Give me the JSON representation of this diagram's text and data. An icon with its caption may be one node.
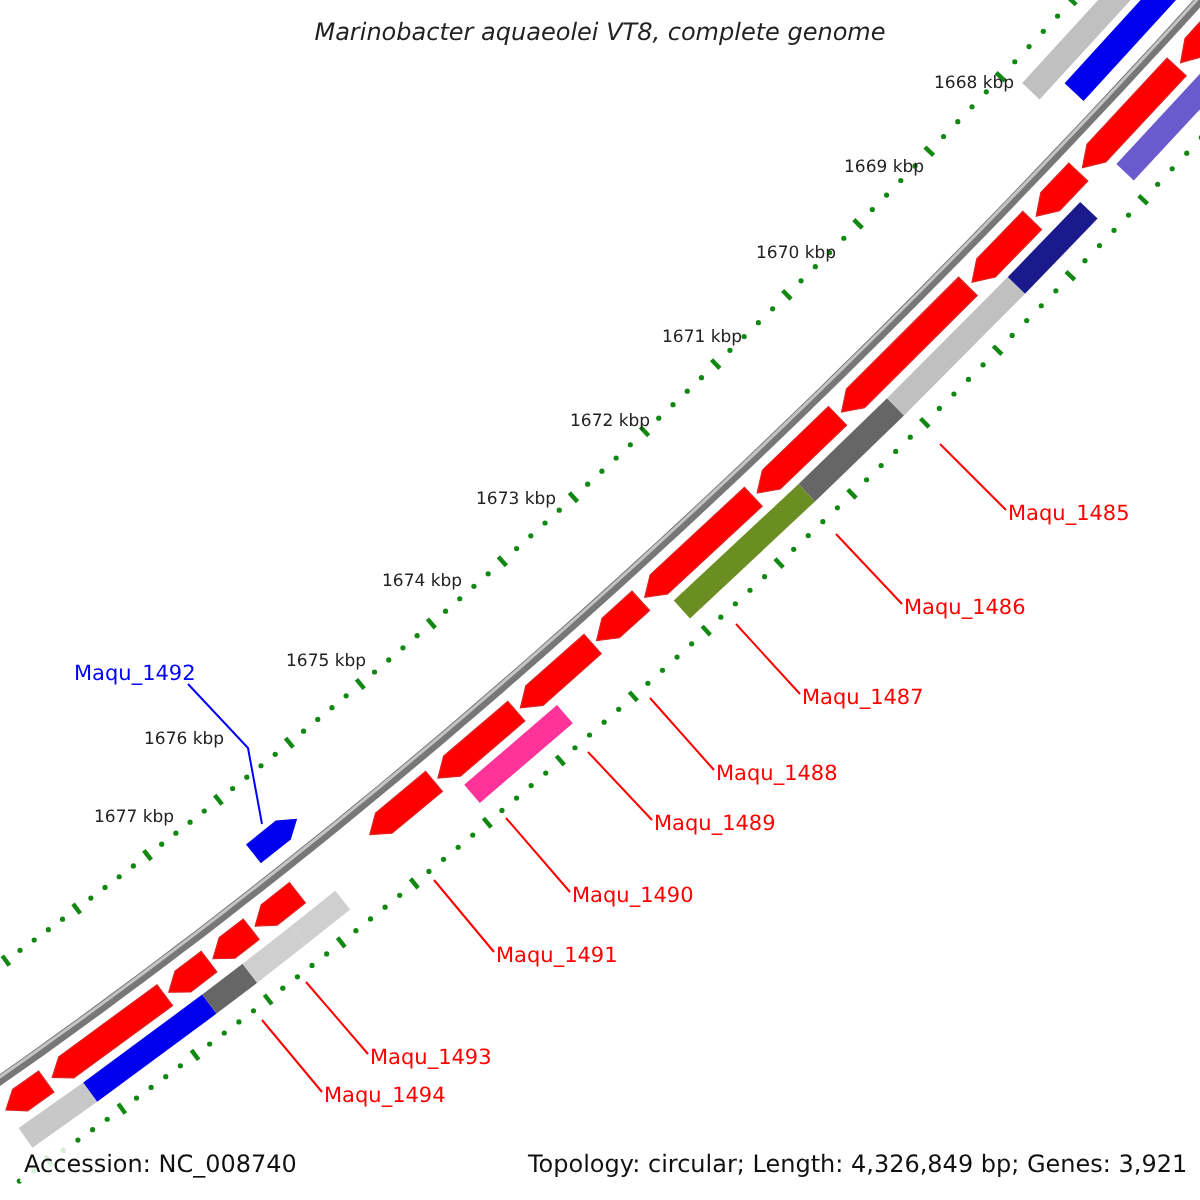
{
  "diagram": {
    "title": "Marinobacter aquaeolei VT8, complete genome",
    "nodes": [
      {
        "text": [
          "Maqu_1485"
        ]
      },
      {
        "text": [
          "Maqu_1486"
        ]
      },
      {
        "text": [
          "Maqu_1492"
        ]
      },
      {
        "text": [
          "Maqu_1487"
        ]
      },
      {
        "text": [
          "Maqu_1488"
        ]
      },
      {
        "text": [
          "Maqu_1489"
        ]
      },
      {
        "text": [
          "Maqu_1490"
        ]
      },
      {
        "text": [
          "Maqu_1491"
        ]
      },
      {
        "text": [
          "Maqu_1493"
        ]
      },
      {
        "text": [
          "Maqu_1494"
        ]
      },
      {
        "text": [],
        "shape": "bar"
      }
    ],
    "edges": [
      {
        "from": 0,
        "to": null,
        "arrow": "none"
      },
      {
        "from": 1,
        "to": null,
        "arrow": "none"
      },
      {
        "from": 2,
        "to": 10,
        "arrow": "none",
        "color": "#0000ff"
      },
      {
        "from": 3,
        "to": null,
        "arrow": "none"
      },
      {
        "from": 4,
        "to": null,
        "arrow": "none"
      },
      {
        "from": 5,
        "to": null,
        "arrow": "none"
      },
      {
        "from": 6,
        "to": null,
        "arrow": "none"
      },
      {
        "from": 7,
        "to": null,
        "arrow": "none"
      },
      {
        "from": 8,
        "to": null,
        "arrow": "none"
      },
      {
        "from": 9,
        "to": null,
        "arrow": "none"
      }
    ],
    "labels": [
      "1668 kbp",
      "1669 kbp",
      "1670 kbp",
      "1671 kbp",
      "1672 kbp",
      "1673 kbp",
      "1674 kbp",
      "1675 kbp",
      "1676 kbp",
      "1677 kbp",
      "Accession: NC_008740",
      "Topology: circular; Length: 4,326,849 bp; Genes: 3,921"
    ]
  }
}
